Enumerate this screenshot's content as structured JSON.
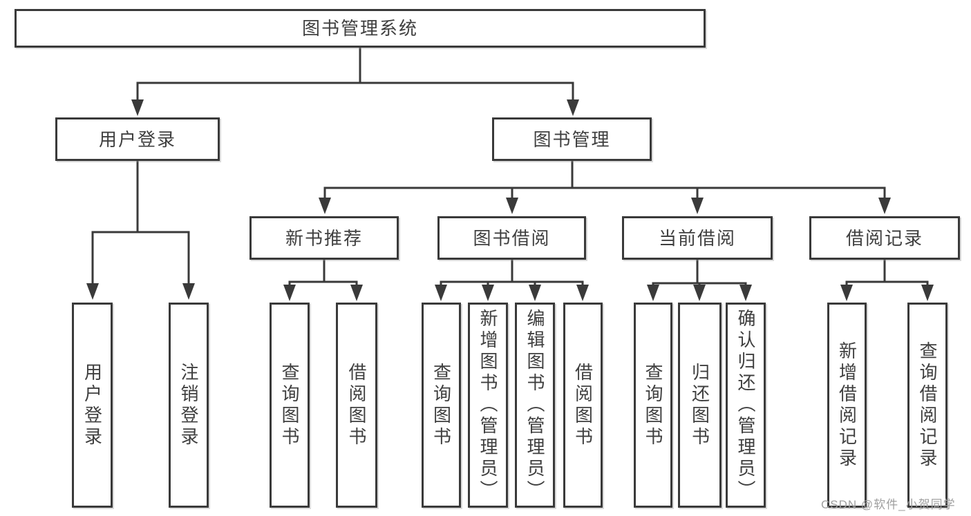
{
  "tree": {
    "label": "图书管理系统",
    "children": [
      {
        "label": "用户登录",
        "children": [
          {
            "label": "用户登录"
          },
          {
            "label": "注销登录"
          }
        ]
      },
      {
        "label": "图书管理",
        "children": [
          {
            "label": "新书推荐",
            "children": [
              {
                "label": "查询图书"
              },
              {
                "label": "借阅图书"
              }
            ]
          },
          {
            "label": "图书借阅",
            "children": [
              {
                "label": "查询图书"
              },
              {
                "label": "新增图书（管理员）"
              },
              {
                "label": "编辑图书（管理员）"
              },
              {
                "label": "借阅图书"
              }
            ]
          },
          {
            "label": "当前借阅",
            "children": [
              {
                "label": "查询图书"
              },
              {
                "label": "归还图书"
              },
              {
                "label": "确认归还（管理员）"
              }
            ]
          },
          {
            "label": "借阅记录",
            "children": [
              {
                "label": "新增借阅记录"
              },
              {
                "label": "查询借阅记录"
              }
            ]
          }
        ]
      }
    ]
  },
  "watermark": {
    "text": "CSDN @软件_小贺同学"
  },
  "colors": {
    "border": "#3a3a3a",
    "text": "#3f3f3f",
    "watermark": "#9f9f9f",
    "background": "#ffffff"
  }
}
